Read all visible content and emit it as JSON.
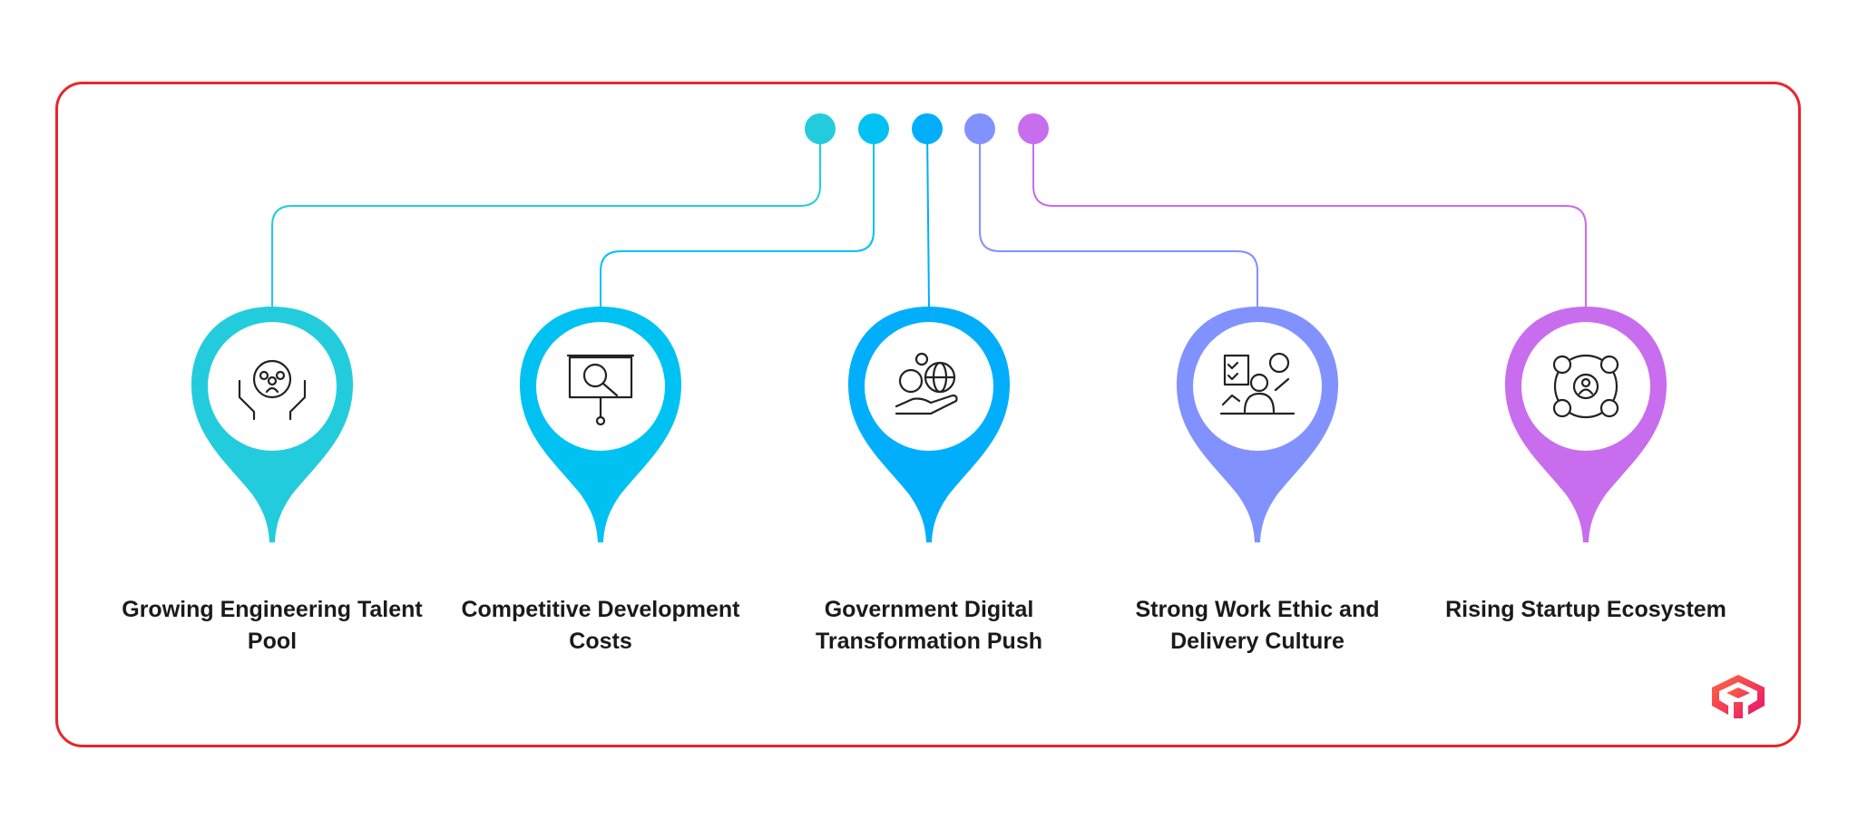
{
  "items": [
    {
      "label": "Growing Engineering Talent Pool",
      "color": "#22ccdd",
      "icon": "talent-hands-people-icon"
    },
    {
      "label": "Competitive Development Costs",
      "color": "#00c2f2",
      "icon": "presentation-analysis-icon"
    },
    {
      "label": "Government Digital Transformation Push",
      "color": "#00aefc",
      "icon": "ai-globe-hand-icon"
    },
    {
      "label": "Strong Work Ethic and Delivery Culture",
      "color": "#8192ff",
      "icon": "worker-checklist-clock-icon"
    },
    {
      "label": "Rising Startup Ecosystem",
      "color": "#c86dee",
      "icon": "startup-network-icon"
    }
  ],
  "frame_color": "#e8262c"
}
